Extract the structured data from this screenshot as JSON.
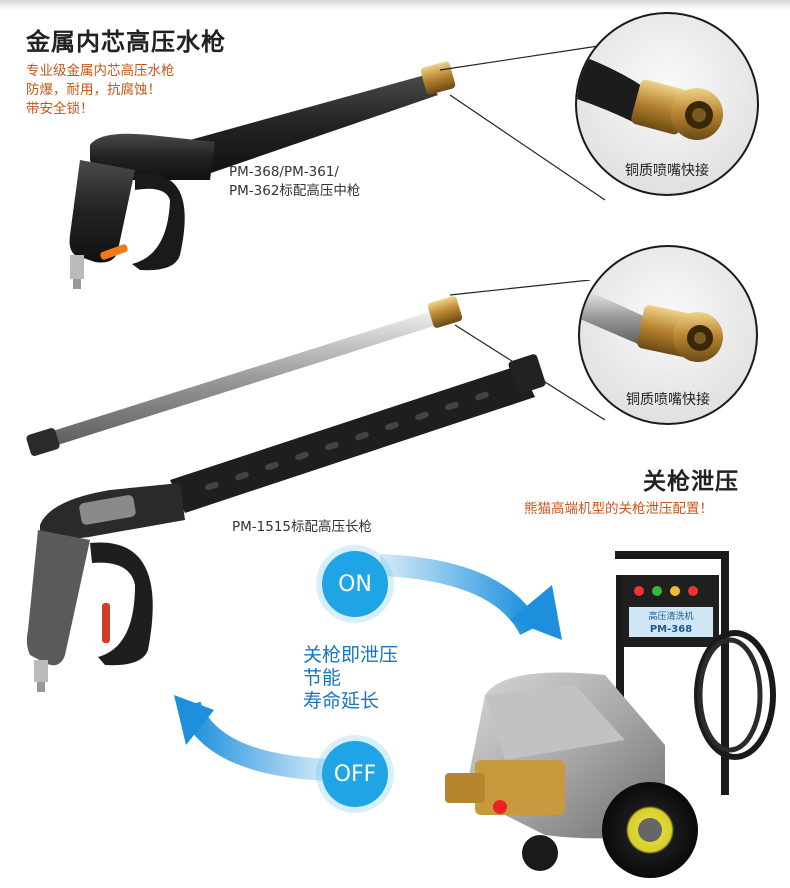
{
  "section1": {
    "title": "金属内芯高压水枪",
    "subtitle": [
      "专业级金属内芯高压水枪",
      "防爆，耐用，抗腐蚀！",
      "带安全锁！"
    ],
    "caption": [
      "PM-368/PM-361/",
      "PM-362标配高压中枪"
    ],
    "zoom_label": "铜质喷嘴快接"
  },
  "section2": {
    "caption": "PM-1515标配高压长枪",
    "zoom_label": "铜质喷嘴快接"
  },
  "section3": {
    "title": "关枪泄压",
    "subtitle": "熊猫高端机型的关枪泄压配置！",
    "on_label": "ON",
    "off_label": "OFF",
    "features": [
      "关枪即泄压",
      "节能",
      "寿命延长"
    ],
    "machine_panel_text": [
      "高压清洗机",
      "PM-368"
    ]
  },
  "colors": {
    "accent_blue": "#1fa4e6",
    "subtitle_orange": "#c8561b",
    "brass": "#c8963c"
  }
}
